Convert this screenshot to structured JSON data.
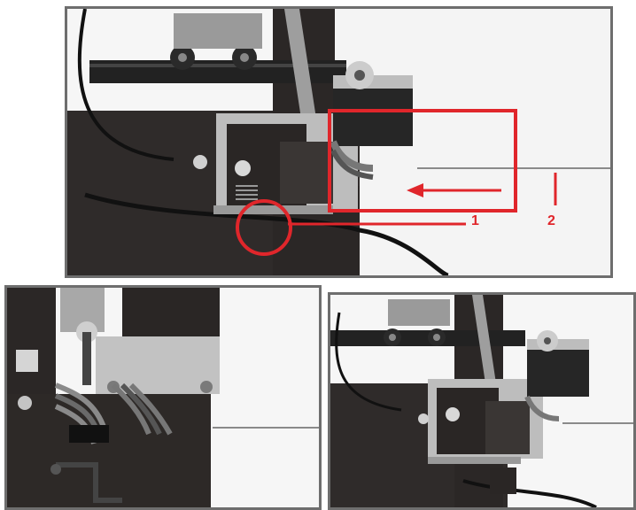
{
  "callouts": {
    "label_1": "1",
    "label_2": "2"
  },
  "colors": {
    "annotation_red": "#e0262b",
    "frame_gray": "#6e6e6e",
    "printer_dark": "#2a2625",
    "metal_light": "#b9b9b9"
  },
  "panels": [
    "top-overview",
    "bottom-left-closeup",
    "bottom-right-overview"
  ]
}
